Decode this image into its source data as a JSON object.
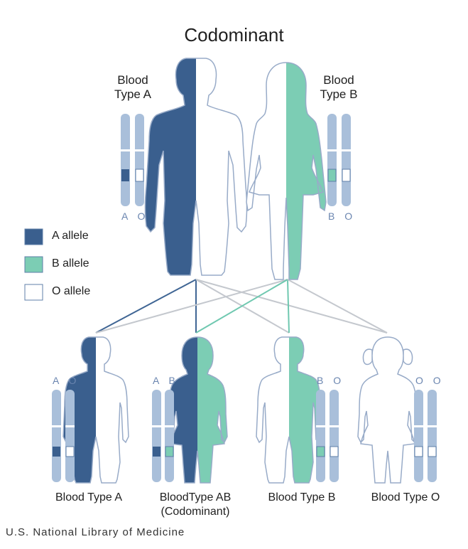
{
  "title": "Codominant",
  "colors": {
    "a_allele": "#3a5f8e",
    "b_allele": "#7ccdb4",
    "o_allele": "#ffffff",
    "chromosome": "#a9bfda",
    "outline": "#98abc8",
    "line_a": "#3f6594",
    "line_b": "#6fc8b0",
    "line_o": "#c4c8ce"
  },
  "parents": [
    {
      "label": "Blood Type A",
      "alleles": "A O"
    },
    {
      "label": "Blood Type B",
      "alleles": "B O"
    }
  ],
  "legend": [
    {
      "label": "A allele",
      "color": "#3a5f8e"
    },
    {
      "label": "B allele",
      "color": "#7ccdb4"
    },
    {
      "label": "O allele",
      "color": "#ffffff"
    }
  ],
  "children": [
    {
      "label": "Blood Type A",
      "alleles": "A O"
    },
    {
      "label": "BloodType AB",
      "sublabel": "(Codominant)",
      "alleles": "A B"
    },
    {
      "label": "Blood Type B",
      "alleles": "B O"
    },
    {
      "label": "Blood Type O",
      "alleles": "O O"
    }
  ],
  "credit": "U.S. National Library of Medicine"
}
